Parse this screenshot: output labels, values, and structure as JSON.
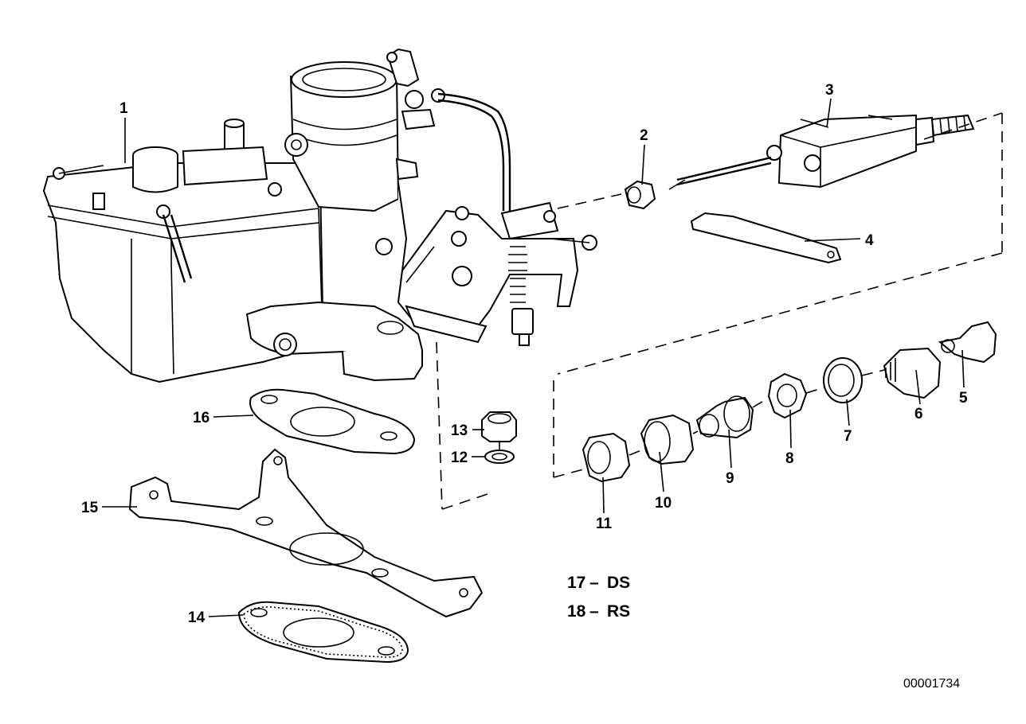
{
  "callouts": [
    {
      "id": "1",
      "text": "1"
    },
    {
      "id": "2",
      "text": "2"
    },
    {
      "id": "3",
      "text": "3"
    },
    {
      "id": "4",
      "text": "4"
    },
    {
      "id": "5",
      "text": "5"
    },
    {
      "id": "6",
      "text": "6"
    },
    {
      "id": "7",
      "text": "7"
    },
    {
      "id": "8",
      "text": "8"
    },
    {
      "id": "9",
      "text": "9"
    },
    {
      "id": "10",
      "text": "10"
    },
    {
      "id": "11",
      "text": "11"
    },
    {
      "id": "12",
      "text": "12"
    },
    {
      "id": "13",
      "text": "13"
    },
    {
      "id": "14",
      "text": "14"
    },
    {
      "id": "15",
      "text": "15"
    },
    {
      "id": "16",
      "text": "16"
    }
  ],
  "legend": [
    {
      "number": "17",
      "code": "DS"
    },
    {
      "number": "18",
      "code": "RS"
    }
  ],
  "legend_separator": "–",
  "document_id": "00001734"
}
